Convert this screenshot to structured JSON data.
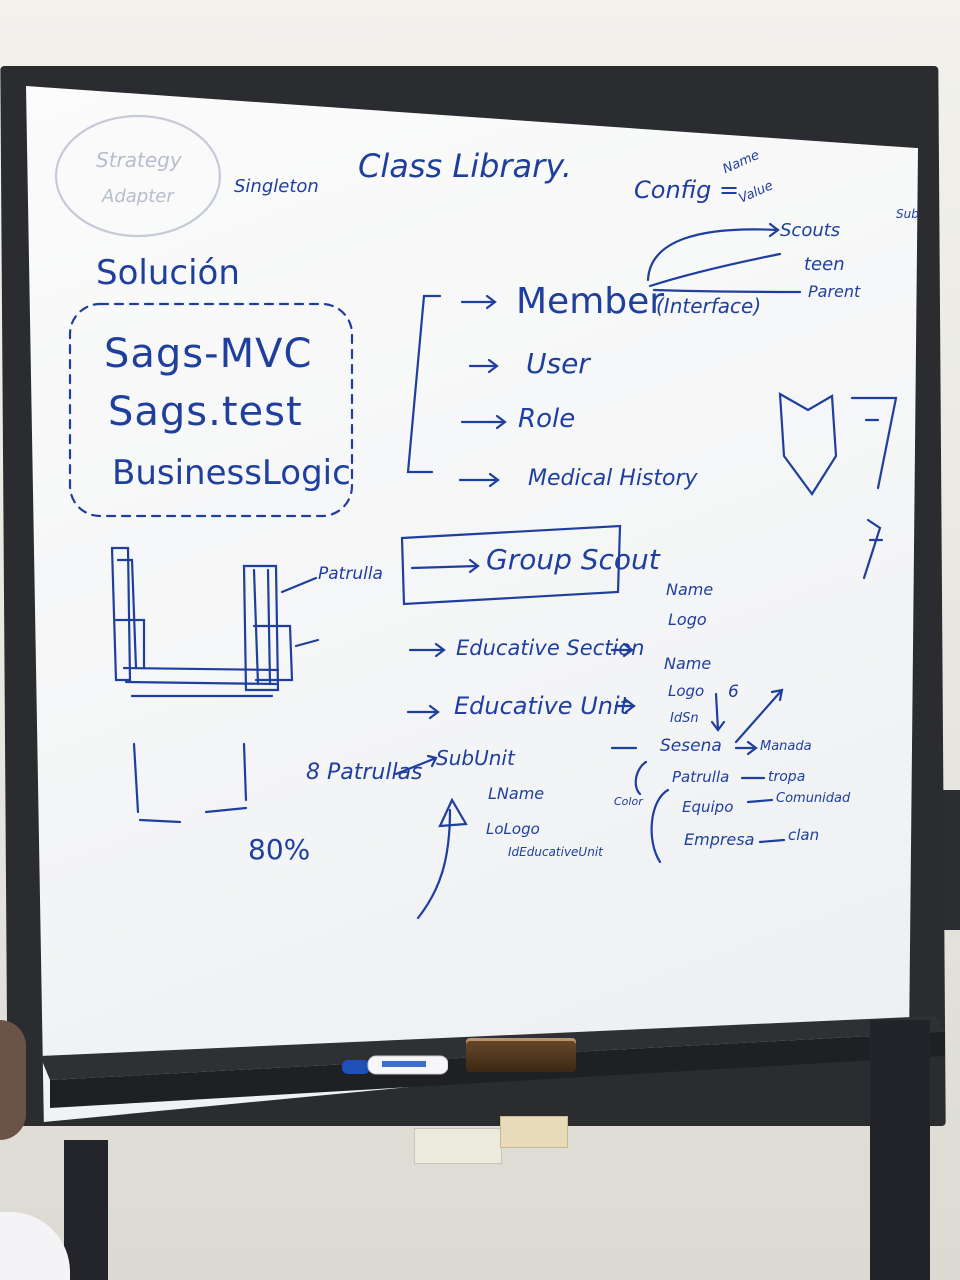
{
  "board": {
    "circled_note": [
      "Strategy",
      "Adapter"
    ],
    "singleton": "Singleton",
    "title": "Class Library.",
    "config": "Config =",
    "config_values": [
      "Name",
      "Value"
    ],
    "corner_note": "Sub",
    "config_targets": [
      "Scouts",
      "teen",
      "Parent"
    ],
    "solution_heading": "Solución",
    "solution_projects": [
      "Sags-MVC",
      "Sags.test",
      "BusinessLogic"
    ],
    "entities": [
      "Member",
      "User",
      "Role",
      "Medical History"
    ],
    "interface_label": "(Interface)",
    "group_box": "Group Scout",
    "sections": [
      "Educative Section",
      "Educative Unit"
    ],
    "section_fields": [
      "Name",
      "Logo"
    ],
    "unit_fields": [
      "Name",
      "Logo",
      "IdSn"
    ],
    "six": "6",
    "patrulla_label": "Patrulla",
    "patrullas_count": "8 Patrullas",
    "subunit": "SubUnit",
    "subunit_fields": [
      "LName",
      "LoLogo",
      "IdEducativeUnit"
    ],
    "percent": "80%",
    "color_label": "Color",
    "mapping_left": [
      "Sesena",
      "Patrulla",
      "Equipo",
      "Empresa"
    ],
    "mapping_right": [
      "Manada",
      "tropa",
      "Comunidad",
      "clan"
    ]
  },
  "colors": {
    "ink": "#1f3f9e",
    "frame": "#2b2c30",
    "board": "#f6f7f8"
  }
}
